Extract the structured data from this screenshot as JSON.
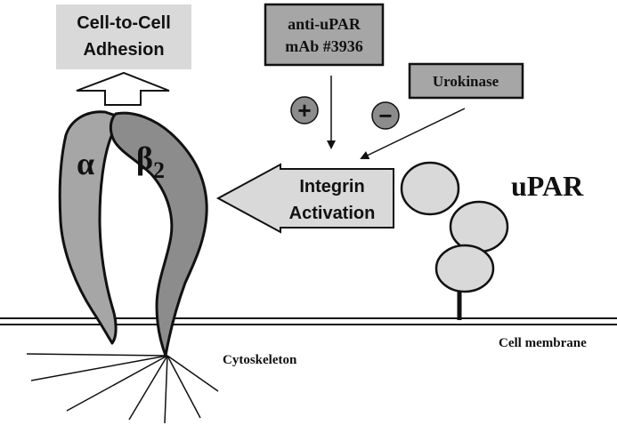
{
  "adhesion_box": {
    "line1": "Cell-to-Cell",
    "line2": "Adhesion"
  },
  "antibody_box": {
    "line1": "anti-uPAR",
    "line2": "mAb #3936"
  },
  "urokinase_box": {
    "label": "Urokinase"
  },
  "plus_sign": "+",
  "minus_sign": "−",
  "activation_arrow": {
    "line1": "Integrin",
    "line2": "Activation"
  },
  "alpha_label": "α",
  "beta_label": {
    "base": "β",
    "sub": "2"
  },
  "upar_label": "uPAR",
  "cytoskeleton_label": "Cytoskeleton",
  "membrane_label": "Cell membrane",
  "colors": {
    "light_gray": "#d9d9d9",
    "mid_gray": "#a6a6a6",
    "dark_gray": "#8c8c8c",
    "black": "#111111"
  }
}
